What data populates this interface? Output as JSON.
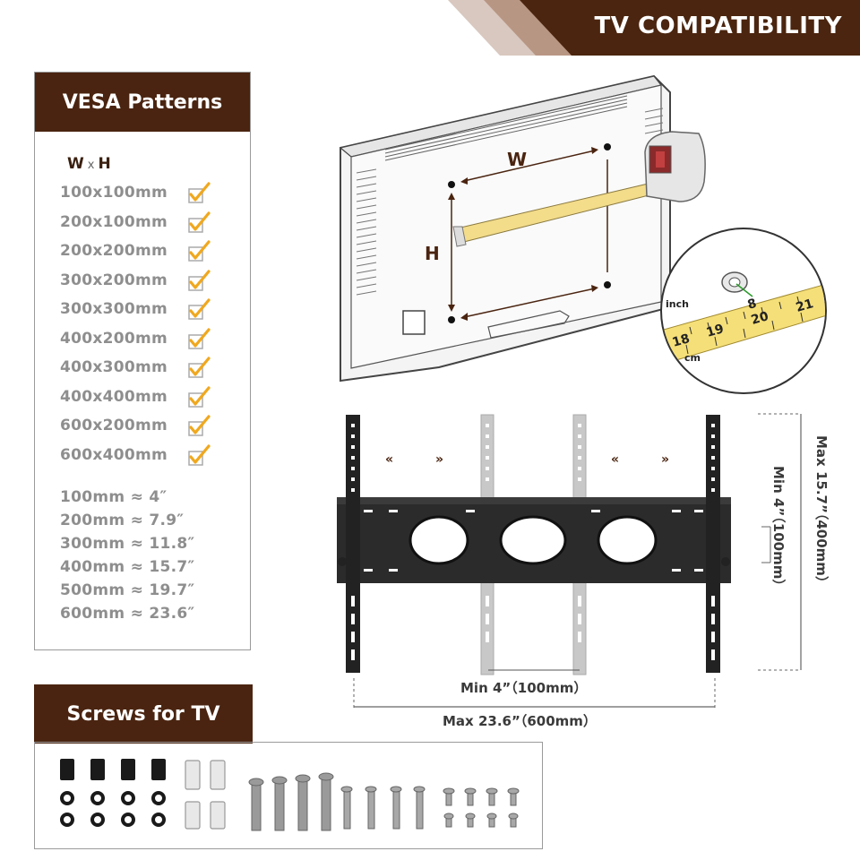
{
  "banner": {
    "title": "TV  COMPATIBILITY"
  },
  "vesa": {
    "heading": "VESA Patterns",
    "wxh": {
      "w": "W",
      "x": "x",
      "h": "H"
    },
    "patterns": [
      "100x100mm",
      "200x100mm",
      "200x200mm",
      "300x200mm",
      "300x300mm",
      "400x200mm",
      "400x300mm",
      "400x400mm",
      "600x200mm",
      "600x400mm"
    ],
    "conversions": [
      "100mm ≈ 4″",
      "200mm ≈ 7.9″",
      "300mm ≈ 11.8″",
      "400mm ≈ 15.7″",
      "500mm ≈ 19.7″",
      "600mm ≈ 23.6″"
    ]
  },
  "diagram": {
    "w_label": "W",
    "h_label": "H",
    "tape_inch": "inch",
    "tape_cm": "cm",
    "tape_numbers": [
      "8",
      "18",
      "19",
      "20",
      "21"
    ]
  },
  "dimensions": {
    "min_horizontal": "Min  4”（100mm）",
    "max_horizontal": "Max  23.6”（600mm）",
    "max_vertical": "Max  15.7”（400mm）",
    "min_vertical": "Min  4”（100mm）"
  },
  "screws": {
    "heading": "Screws for TV"
  },
  "colors": {
    "brand_brown": "#4a2410",
    "accent_orange": "#f0a81e",
    "mount_black": "#2b2b2b"
  }
}
